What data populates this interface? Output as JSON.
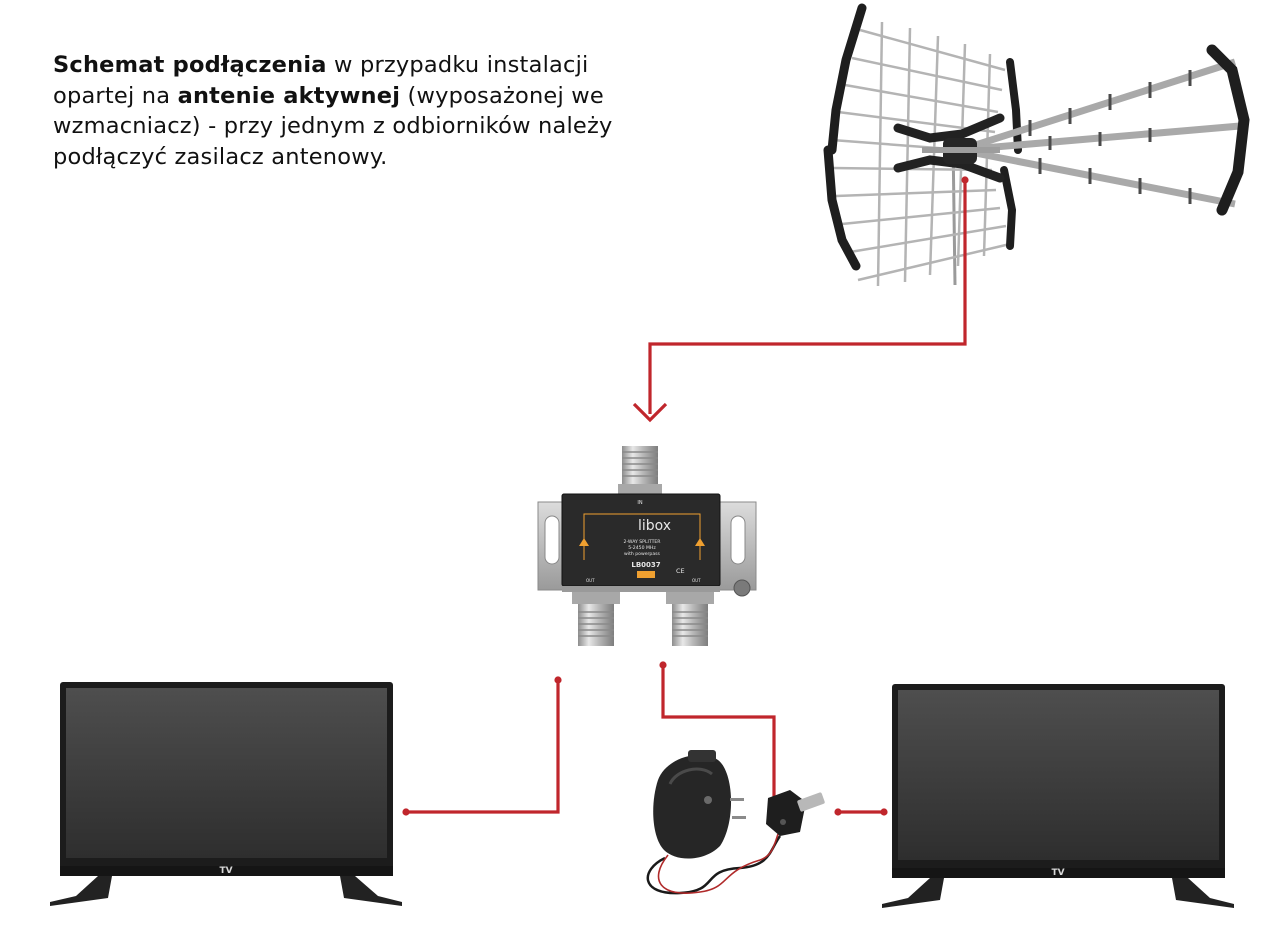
{
  "caption": {
    "part1_bold": "Schemat podłączenia",
    "part2": " w przypadku instalacji opartej na ",
    "part3_bold": "antenie aktywnej",
    "part4": " (wyposażonej we wzmacniacz) - przy jednym z odbiorników należy podłączyć zasilacz antenowy."
  },
  "splitter": {
    "brand": "libox",
    "line1": "2-WAY SPLITTER",
    "line2": "5-2450 MHz",
    "line3": "with powerpass",
    "model": "LB0037",
    "ce": "CE",
    "in_label": "IN",
    "out_left": "OUT",
    "out_right": "OUT"
  },
  "tv_left": {
    "label": "TV"
  },
  "tv_right": {
    "label": "TV"
  },
  "colors": {
    "cable": "#c0262c",
    "tv_frame": "#1c1c1c",
    "splitter_body": "#2a2a2a",
    "metal": "#c8c8c8",
    "accent": "#f0a030"
  },
  "icons": [
    "antenna-icon",
    "splitter-icon",
    "tv-icon",
    "power-supply-icon",
    "arrow-down-icon"
  ]
}
